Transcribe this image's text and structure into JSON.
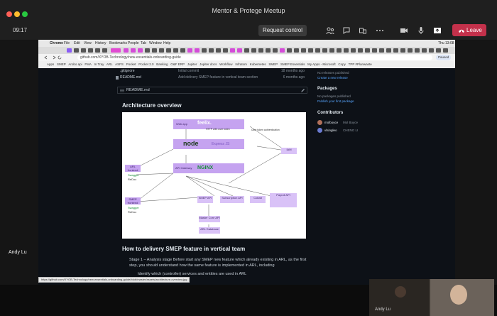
{
  "meeting": {
    "title": "Mentor & Protege Meetup",
    "time": "09:17",
    "request_control": "Request control",
    "leave": "Leave",
    "presenter_name": "Andy Lu",
    "thumb_name": "Andy Lu"
  },
  "browser": {
    "app_menu": [
      "Chrome",
      "File",
      "Edit",
      "View",
      "History",
      "Bookmarks",
      "People",
      "Tab",
      "Window",
      "Help"
    ],
    "clock": "Thu 13:08",
    "url": "github.com/XYOB-Technology/new-essentials-onboarding-guide",
    "profile": "Paused",
    "bookmarks": [
      "Apps",
      "SMEP",
      "Arobo api",
      "FMA",
      "In Tray",
      "ARL",
      "ASFS",
      "Pocket",
      "Pocket 2.0",
      "Banking",
      "G&F ERP",
      "Jupiter",
      "Jupiter docs",
      "Workflow",
      "Infratom",
      "Kubernetes",
      "SMEP",
      "SMEP Essentials",
      "My Apps - Microsoft",
      "Copy",
      "TPP #Planwaste"
    ],
    "status_url": "https://github.com/XYOB-Technology/new-essentials-onboarding-guide/blob/master/assets/architecture-overview.jpg"
  },
  "repo": {
    "files": [
      {
        "name": ".gitignore",
        "msg": "Initial commit",
        "age": "18 months ago"
      },
      {
        "name": "README.md",
        "msg": "Add delivery SMEP feature in vertical team section",
        "age": "6 months ago"
      }
    ],
    "readme_label": "README.md",
    "heading1": "Architecture overview",
    "heading2": "How to delivery SMEP feature in vertical team",
    "bullet1": "Stage 1 – Analysis stage Before start any SMEP new feature which already existing in ARL, as the first step, you",
    "bullet1b": "should understand how the same feature is implemented in ARL, including",
    "bullet2": "Identify which (controller) services and entities are used in ARL",
    "sidebar": {
      "releases_none": "No releases published",
      "create_release": "Create a new release",
      "packages_title": "Packages",
      "packages_none": "No packages published",
      "publish_package": "Publish your first package",
      "contributors_title": "Contributors",
      "contributors": [
        {
          "user": "molboyce",
          "name": "Mol Boyce"
        },
        {
          "user": "vlsingleo",
          "name": "CHENG LI"
        }
      ]
    }
  },
  "diagram": {
    "web_app": "Web app",
    "nodejs": "node",
    "express": "Express JS",
    "api_gateway": "API Gateway",
    "nginx": "NGINX",
    "arl_frontend": "ARL frontend",
    "smep_frontend": "SMEP frontend",
    "iam": "IAM",
    "swagger": "Swagger",
    "redoc": "ReDoc",
    "smep_api": "SMEP API",
    "subscription_api": "Subscription API",
    "cobalt": "Cobalt",
    "payroll_api": "Payroll API",
    "master_core": "Master Core API",
    "arl_database": "ARL Database",
    "http_label": "HTTP with user token",
    "auth_label": "User token authentication"
  },
  "colors": {
    "leave": "#c4314b",
    "diagram_box": "#c5a3f0",
    "link": "#58a6ff"
  }
}
